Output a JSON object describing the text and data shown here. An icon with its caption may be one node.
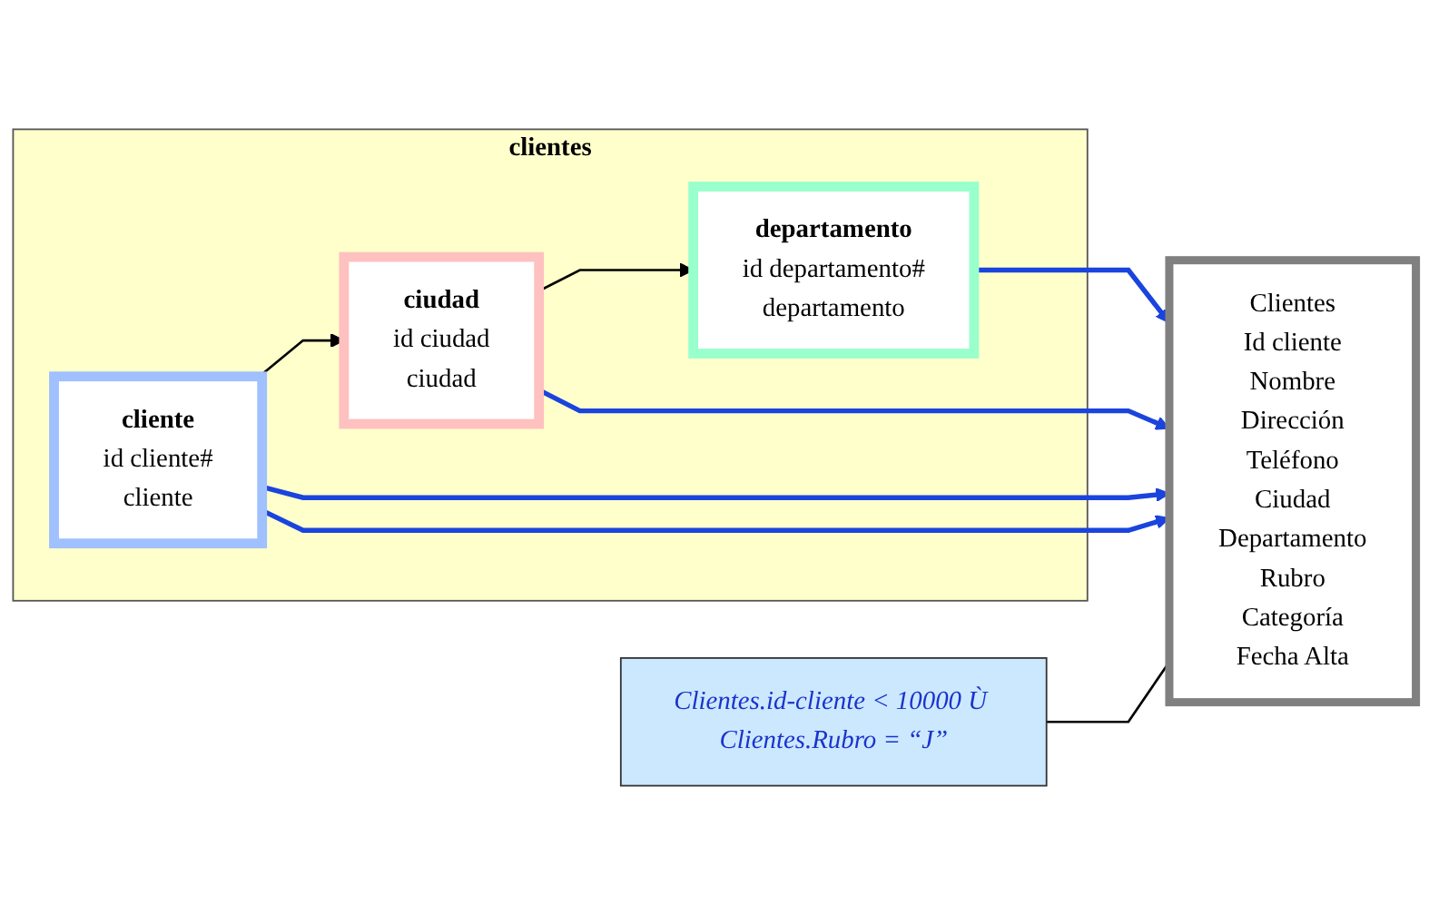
{
  "diagram": {
    "nodes": [
      {
        "text": [
          "clientes"
        ]
      },
      {
        "text": [
          "departamento",
          "id departamento#",
          "departamento"
        ],
        "in": 0
      },
      {
        "text": [
          "ciudad",
          "id ciudad",
          "ciudad"
        ],
        "in": 0
      },
      {
        "text": [
          "cliente",
          "id cliente#",
          "cliente"
        ],
        "in": 0
      },
      {
        "text": [
          "Clientes",
          "Id cliente",
          "Nombre",
          "Dirección",
          "Teléfono",
          "Ciudad",
          "Departamento",
          "Rubro",
          "Categoría",
          "Fecha Alta"
        ]
      },
      {
        "text": [
          "Clientes.id-cliente < 10000 Ù Clientes.Rubro = “J”"
        ]
      }
    ],
    "edges": [
      {
        "from": 2,
        "to": 1,
        "arrow": "to",
        "color": "#000000"
      },
      {
        "from": 3,
        "to": 2,
        "arrow": "to",
        "color": "#000000"
      },
      {
        "from": 1,
        "to": 4,
        "arrow": "to"
      },
      {
        "from": 2,
        "to": 4,
        "arrow": "to"
      },
      {
        "from": 3,
        "to": 4,
        "arrow": "to"
      },
      {
        "from": 3,
        "to": 4,
        "arrow": "to"
      },
      {
        "from": 5,
        "to": 4,
        "arrow": "none",
        "color": "#000000"
      }
    ]
  }
}
